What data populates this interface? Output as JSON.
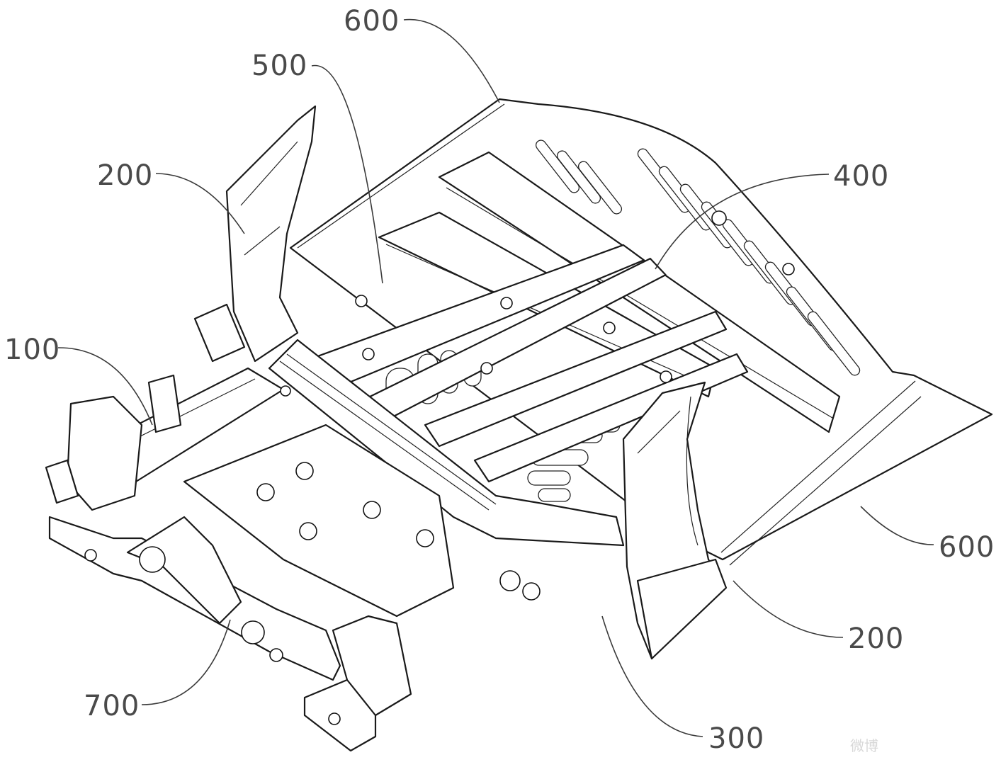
{
  "labels": {
    "l600_top": "600",
    "l500": "500",
    "l200_left": "200",
    "l400": "400",
    "l100": "100",
    "l600_right": "600",
    "l200_right": "200",
    "l700": "700",
    "l300": "300"
  },
  "watermark": "微博"
}
